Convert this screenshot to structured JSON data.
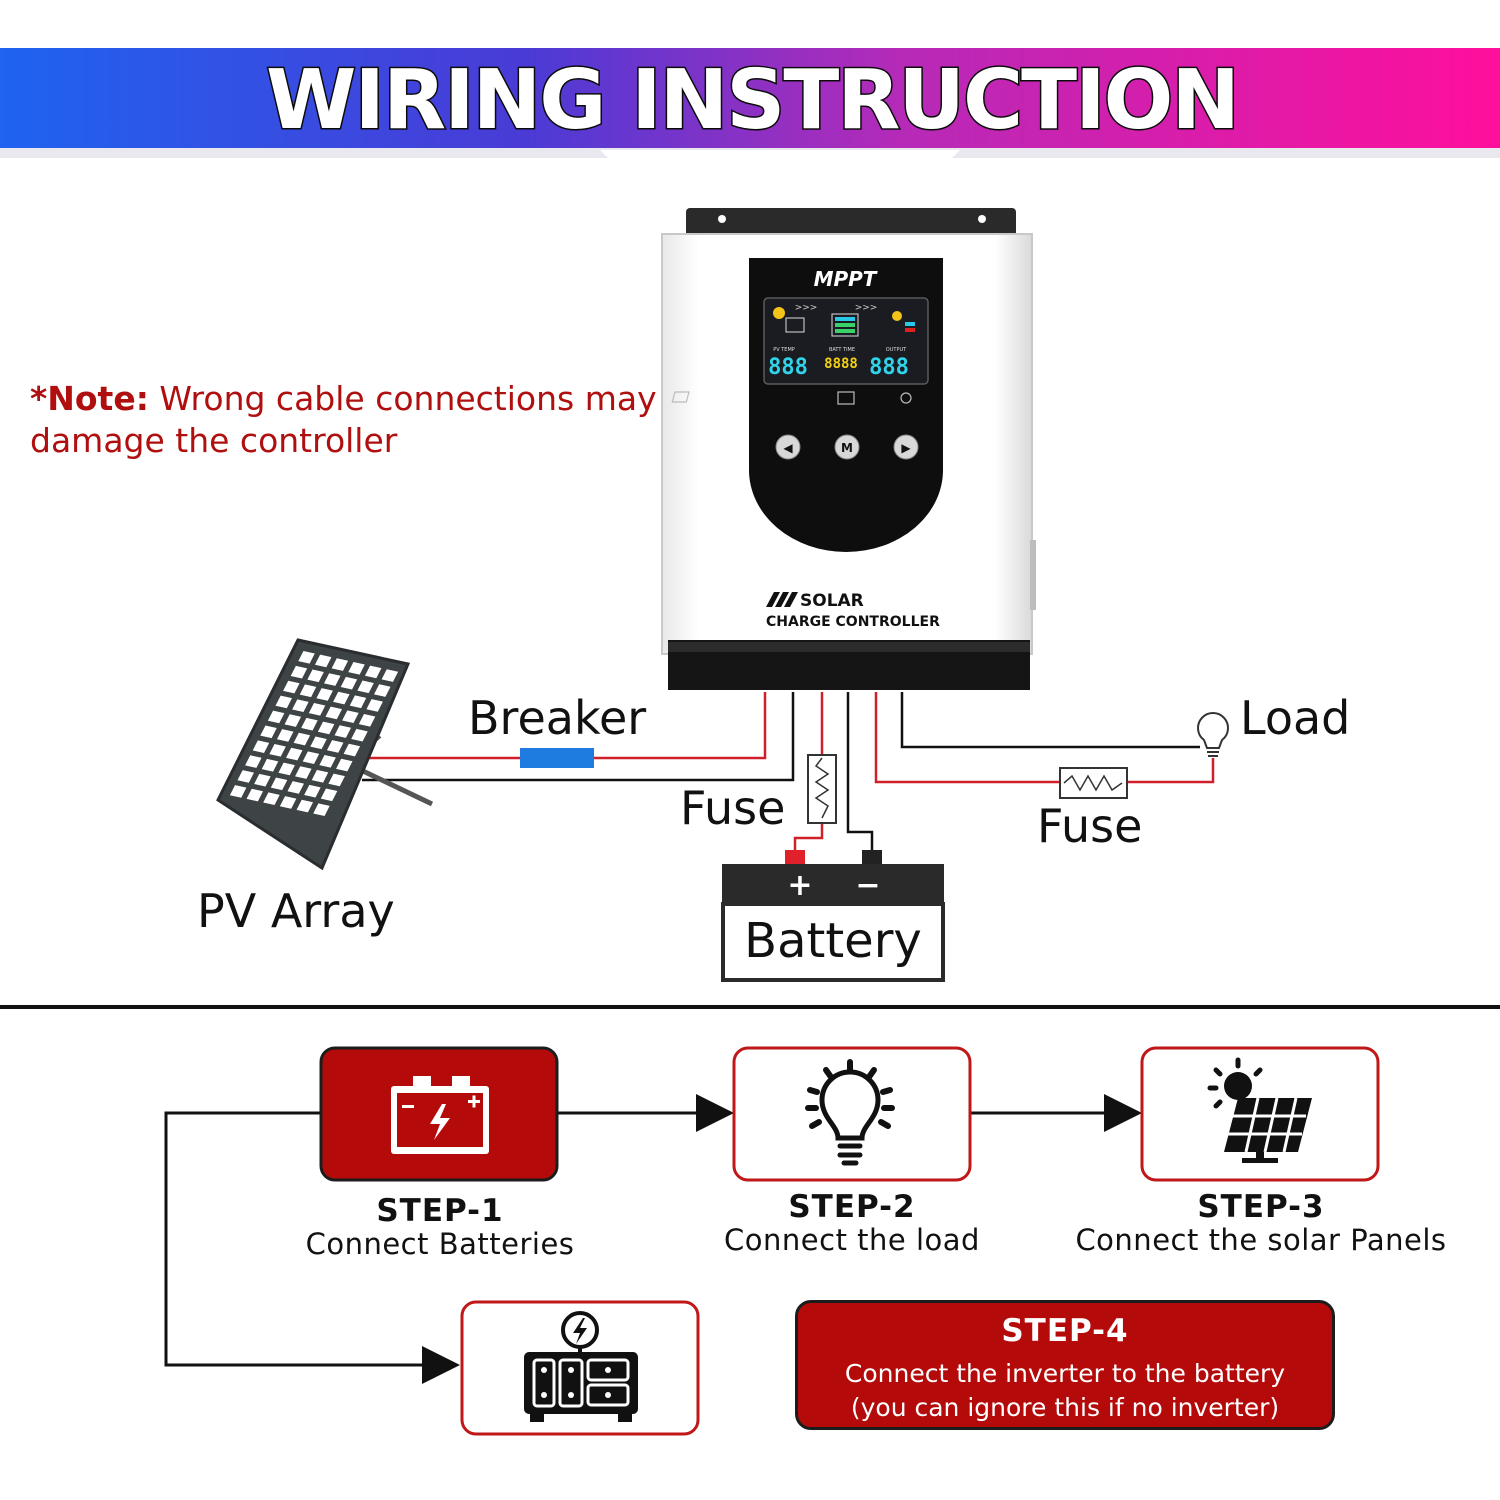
{
  "header": {
    "title": "WIRING INSTRUCTION"
  },
  "note": {
    "label": "*Note:",
    "text": " Wrong cable connections may damage the controller"
  },
  "controller": {
    "screen_brand": "MPPT",
    "lcd_left": "888",
    "lcd_mid": "8888",
    "lcd_right": "888",
    "lcd_pv_temp": "PV TEMP",
    "lcd_batt_time": "BATT TIME",
    "lcd_output": "OUTPUT",
    "button_left": "◀",
    "button_mid": "M",
    "button_right": "▶",
    "brand_line1": "SOLAR",
    "brand_line2": "CHARGE CONTROLLER"
  },
  "labels": {
    "breaker": "Breaker",
    "fuse_battery": "Fuse",
    "fuse_load": "Fuse",
    "load": "Load",
    "pv_array": "PV Array",
    "battery": "Battery",
    "battery_plus": "+",
    "battery_minus": "−"
  },
  "steps": [
    {
      "title": "STEP-1",
      "text": "Connect Batteries",
      "icon": "battery-icon"
    },
    {
      "title": "STEP-2",
      "text": "Connect the load",
      "icon": "lightbulb-icon"
    },
    {
      "title": "STEP-3",
      "text": "Connect the solar Panels",
      "icon": "solar-panel-icon"
    },
    {
      "title": "STEP-4",
      "text": "Connect the inverter to the battery",
      "note": "(you can ignore this if no inverter)",
      "icon": "inverter-icon"
    }
  ],
  "colors": {
    "accent_red": "#b40a0a",
    "wire_red": "#d0202a",
    "wire_black": "#111111",
    "breaker_blue": "#1e7be0",
    "banner_blue": "#2a4ad8",
    "banner_pink": "#f0129c"
  }
}
